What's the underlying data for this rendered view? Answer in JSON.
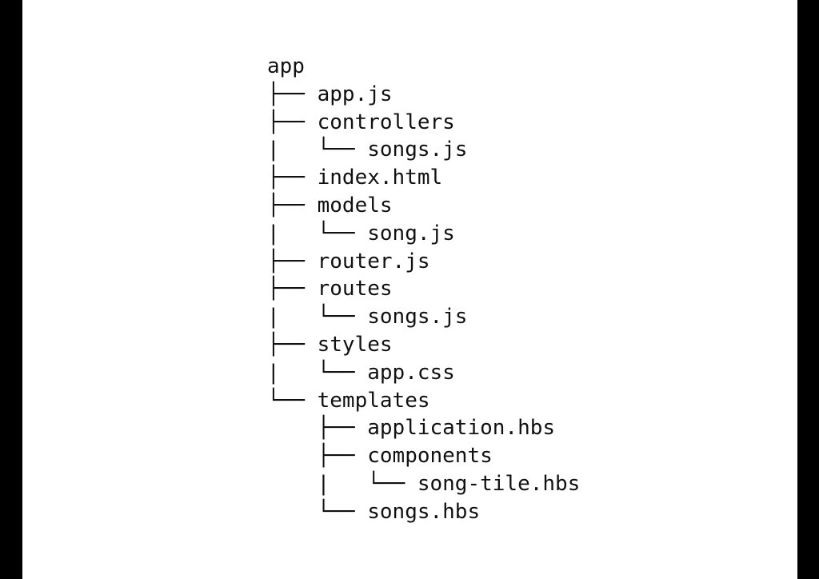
{
  "tree": {
    "lines": [
      {
        "prefix": "",
        "name": "app"
      },
      {
        "prefix": "├── ",
        "name": "app.js"
      },
      {
        "prefix": "├── ",
        "name": "controllers"
      },
      {
        "prefix": "|   └── ",
        "name": "songs.js"
      },
      {
        "prefix": "├── ",
        "name": "index.html"
      },
      {
        "prefix": "├── ",
        "name": "models"
      },
      {
        "prefix": "|   └── ",
        "name": "song.js"
      },
      {
        "prefix": "├── ",
        "name": "router.js"
      },
      {
        "prefix": "├── ",
        "name": "routes"
      },
      {
        "prefix": "|   └── ",
        "name": "songs.js"
      },
      {
        "prefix": "├── ",
        "name": "styles"
      },
      {
        "prefix": "|   └── ",
        "name": "app.css"
      },
      {
        "prefix": "└── ",
        "name": "templates"
      },
      {
        "prefix": "    ├── ",
        "name": "application.hbs"
      },
      {
        "prefix": "    ├── ",
        "name": "components"
      },
      {
        "prefix": "    |   └── ",
        "name": "song-tile.hbs"
      },
      {
        "prefix": "    └── ",
        "name": "songs.hbs"
      }
    ]
  }
}
